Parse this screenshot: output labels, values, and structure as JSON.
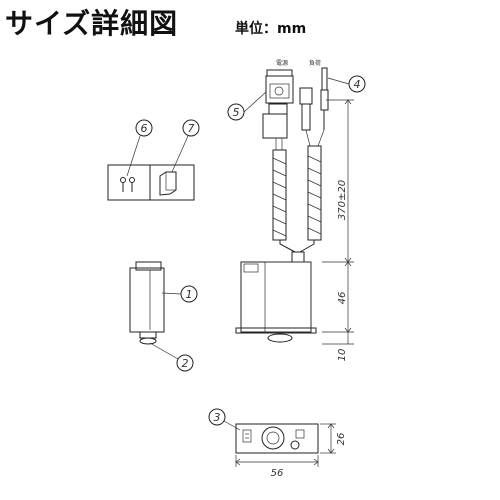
{
  "header": {
    "title": "サイズ詳細図",
    "unit": "単位：mm"
  },
  "callouts": [
    "1",
    "2",
    "3",
    "4",
    "5",
    "6",
    "7"
  ],
  "wire_labels": {
    "power": "電源",
    "load": "負荷"
  },
  "dimensions": {
    "cable_length": "370±20",
    "body_height": "46",
    "base_height": "10",
    "plate_height": "26",
    "plate_width": "56"
  }
}
